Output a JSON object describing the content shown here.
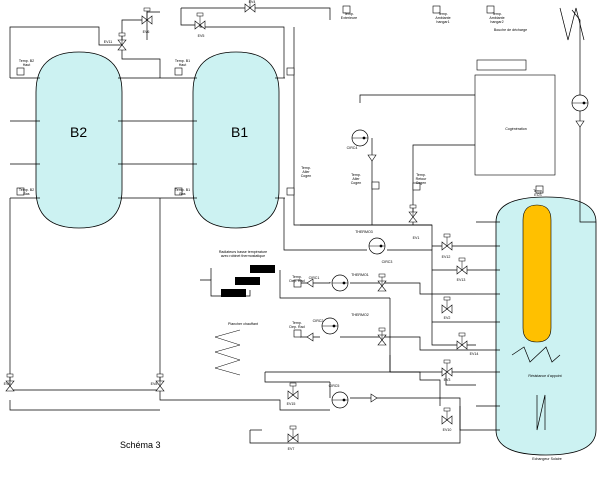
{
  "schema": {
    "title": "Schéma 3"
  },
  "tanks": {
    "b2": "B2",
    "b1": "B1"
  },
  "labels": {
    "temp_b2_haut": "Temp. B2\nHaut",
    "temp_b2_bas": "Temp. B2\nBas",
    "temp_b1_haut": "Temp. B1\nHaut",
    "temp_b1_bas": "Temp. B1\nBas",
    "temp_exterieure": "Temp.\nExterieure",
    "temp_ambiante_hangar1": "Temp.\nAmbiante\nhangar1",
    "temp_ambiante_hangar2": "Temp.\nAmbiante\nhangar2",
    "bouche_decharge": "Bouche de décharge",
    "cogeneration": "Cogénération",
    "temp_aller_cogen_1": "Temp.\nAller\nCogen",
    "temp_aller_cogen_2": "Temp.\nAller\nCogen",
    "temp_retour_cogen": "Temp.\nRetour\nCogen",
    "temp_ecs": "Temp.\nECS",
    "radiateurs": "Radiateurs basse température\navec robinet thermostatique",
    "temp_dep_rad_1": "Temp.\nDep. Rad",
    "temp_dep_rad_2": "Temp.\nDep. Rad",
    "plancher": "Plancher chauffant",
    "resistance": "Résistance d'appoint",
    "echangeur": "Echangeur Solaire"
  },
  "devices": {
    "ev1": "EV1",
    "ev2": "EV2",
    "ev3": "EV3",
    "ev4": "EV4",
    "ev5": "EV5",
    "ev6": "EV6",
    "ev7": "EV7",
    "ev8": "EV8",
    "ev9": "EV9",
    "ev10": "EV10",
    "ev11": "EV11",
    "ev12": "EV12",
    "ev13": "EV13",
    "ev14": "EV14",
    "ev15": "EV15",
    "ev16": "EV16",
    "ev17": "EV17",
    "circ1": "CIRC1",
    "circ2": "CIRC2",
    "circ3": "CIRC3",
    "circ4": "CIRC4",
    "circ5": "CIRC5",
    "thermo1": "THERMO1",
    "thermo2": "THERMO2",
    "thermo3": "THERMO3"
  },
  "colors": {
    "tank_fill": "#ccf2f2",
    "ecs_core": "#ffc000",
    "radiator": "#000000"
  }
}
